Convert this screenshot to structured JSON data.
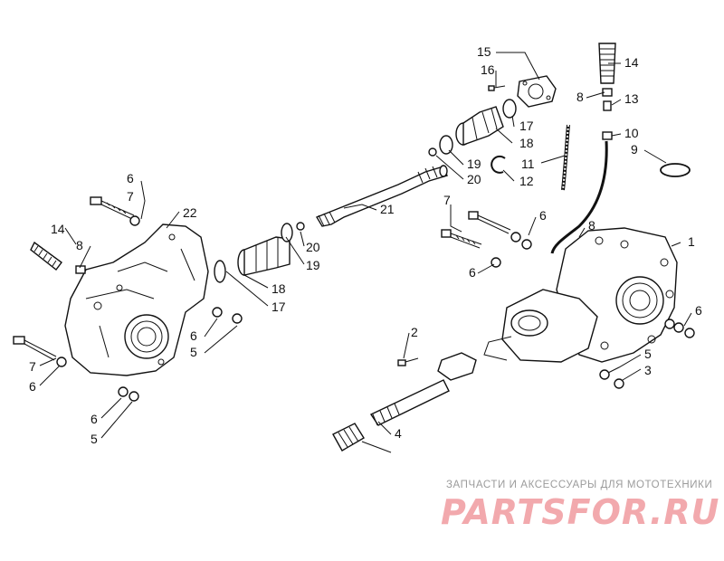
{
  "callouts": [
    "15",
    "16",
    "14",
    "8",
    "13",
    "17",
    "18",
    "10",
    "9",
    "19",
    "20",
    "11",
    "12",
    "21",
    "1",
    "7",
    "6",
    "8",
    "6",
    "22",
    "6",
    "7",
    "14",
    "8",
    "20",
    "19",
    "18",
    "17",
    "6",
    "5",
    "7",
    "6",
    "6",
    "5",
    "2",
    "6",
    "5",
    "3",
    "4"
  ],
  "watermark": {
    "caption": "ЗАПЧАСТИ И АКСЕССУАРЫ ДЛЯ МОТОТЕХНИКИ",
    "logo": "PARTSFOR.RU",
    "logo_color": "#f2a9ad"
  }
}
